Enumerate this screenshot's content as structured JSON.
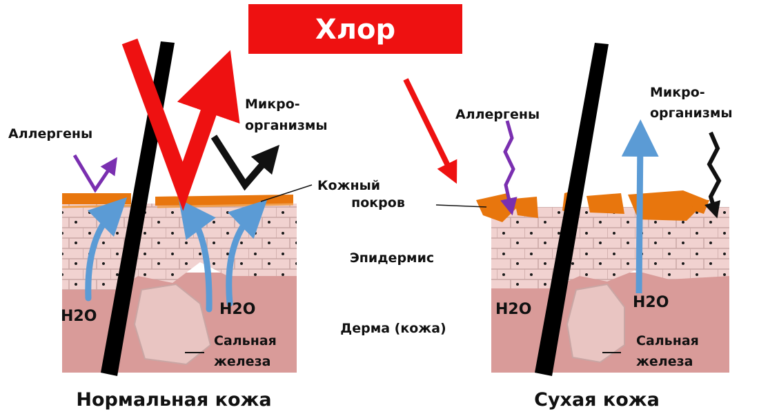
{
  "title": "Хлор",
  "labels": {
    "allergens": "Аллергены",
    "microorganisms_line1": "Микро-",
    "microorganisms_line2": "организмы",
    "skin_cover_line1": "Кожный",
    "skin_cover_line2": "покров",
    "epidermis": "Эпидермис",
    "dermis": "Дерма (кожа)",
    "h2o": "H2O",
    "sebaceous_line1": "Сальная",
    "sebaceous_line2": "железа"
  },
  "captions": {
    "normal": "Нормальная кожа",
    "dry": "Сухая кожа"
  },
  "colors": {
    "chlorine_red": "#ee1111",
    "stratum_orange": "#e8760d",
    "epidermis_cell": "#f1d2d0",
    "cell_border": "#c9a6a4",
    "dermis": "#d99b99",
    "gland": "#e9c5c2",
    "water_arrow": "#5b9bd5",
    "allergen_arrow": "#7a2fb0",
    "hair": "#000000"
  }
}
